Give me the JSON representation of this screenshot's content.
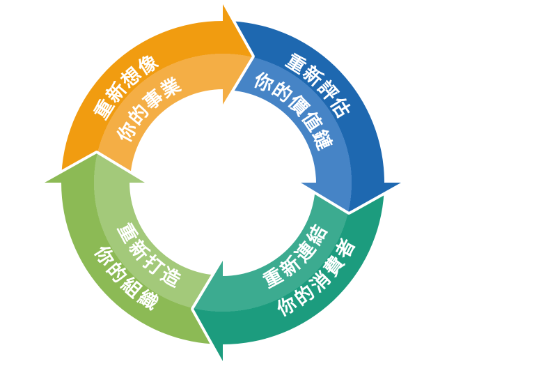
{
  "diagram": {
    "type": "cycle-arrows",
    "rotation": "clockwise",
    "text_color": "#ffffff",
    "outline_color": "#ffffff",
    "segments": [
      {
        "id": "reimagine",
        "position": "top-left",
        "arrow_points": "right-at-top",
        "line1": "重新想像",
        "line2": "你的事業",
        "color_dark": "#F19C10",
        "color_light": "#F4AE45"
      },
      {
        "id": "reevaluate",
        "position": "top-right",
        "arrow_points": "down-at-right",
        "line1": "重新評估",
        "line2": "你的價值鏈",
        "color_dark": "#1E68B0",
        "color_light": "#4684C6"
      },
      {
        "id": "reconnect",
        "position": "bottom-right",
        "arrow_points": "left-at-bottom",
        "line1": "重新連結",
        "line2": "你的消費者",
        "color_dark": "#1C9C7E",
        "color_light": "#3CAB90"
      },
      {
        "id": "rebuild",
        "position": "bottom-left",
        "arrow_points": "up-at-left",
        "line1": "重新打造",
        "line2": "你的組織",
        "color_dark": "#8CBA55",
        "color_light": "#A3C97A"
      }
    ]
  }
}
